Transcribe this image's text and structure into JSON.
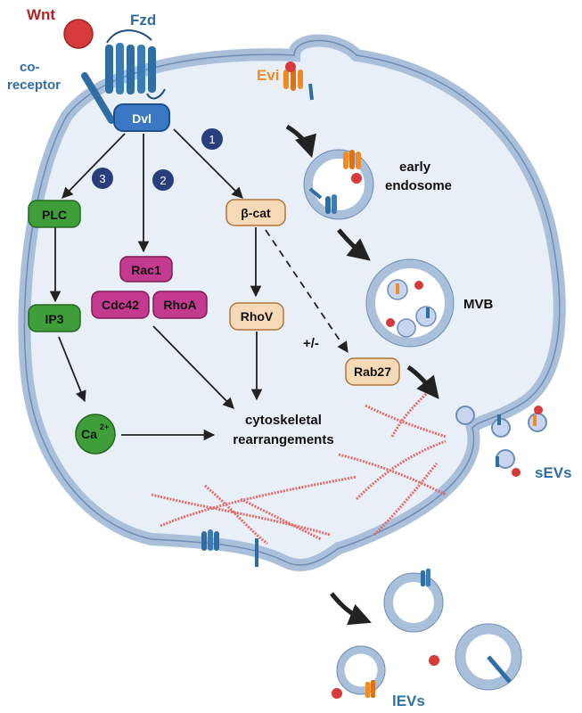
{
  "labels": {
    "wnt": "Wnt",
    "fzd": "Fzd",
    "co_receptor_line1": "co-",
    "co_receptor_line2": "receptor",
    "evi": "Evi",
    "dvl": "Dvl",
    "early_endosome_line1": "early",
    "early_endosome_line2": "endosome",
    "mvb": "MVB",
    "sevs": "sEVs",
    "levs": "lEVs",
    "cytoskeletal_line1": "cytoskeletal",
    "cytoskeletal_line2": "rearrangements",
    "plus_minus": "+/-"
  },
  "pathway_numbers": {
    "n1": "1",
    "n2": "2",
    "n3": "3"
  },
  "nodes": {
    "plc": "PLC",
    "ip3": "IP3",
    "ca": "Ca",
    "ca_sup": "2+",
    "rac1": "Rac1",
    "cdc42": "Cdc42",
    "rhoa": "RhoA",
    "bcat": "β-cat",
    "rhov": "RhoV",
    "rab27": "Rab27"
  },
  "colors": {
    "cell_fill": "#e9eff7",
    "membrane": "#a9bfda",
    "membrane_edge": "#6f8db6",
    "receptor_blue": "#2f6da3",
    "dvl_blue": "#3a78c3",
    "wnt_red": "#d63a3a",
    "evi_orange": "#ef8a24",
    "green_node": "#3e9e3a",
    "magenta_node": "#c43a8e",
    "tan_node": "#f6d9b6",
    "tan_stroke": "#b0743a",
    "number_circle": "#2a3d7c",
    "actin": "#e26b6b",
    "label_blue": "#2f6da3",
    "label_red": "#b22222",
    "label_orange": "#ef8a24"
  }
}
